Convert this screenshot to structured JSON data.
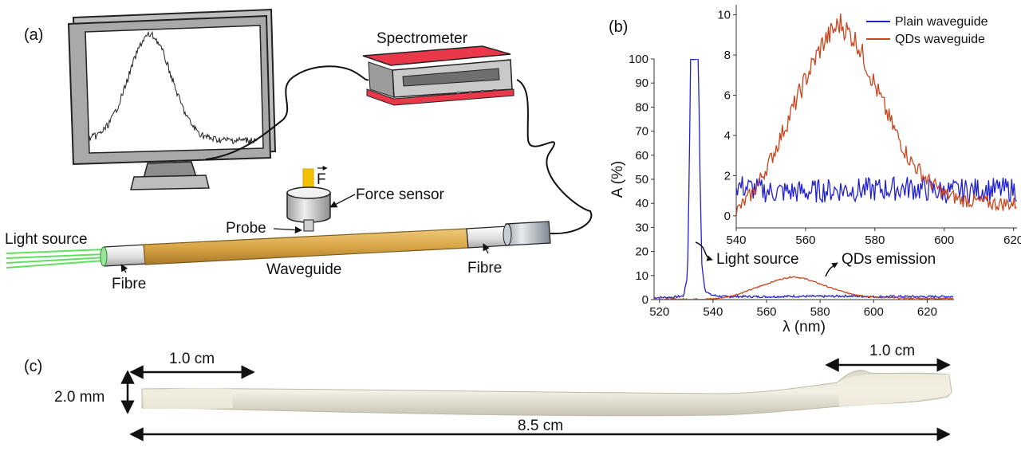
{
  "panels": {
    "a": "(a)",
    "b": "(b)",
    "c": "(c)"
  },
  "setup": {
    "spectrometer": "Spectrometer",
    "force_symbol": "F",
    "force_sensor": "Force sensor",
    "probe": "Probe",
    "light_source": "Light source",
    "fibre_left": "Fibre",
    "waveguide": "Waveguide",
    "fibre_right": "Fibre"
  },
  "colors": {
    "plain": "#1f1fd6",
    "qds": "#c8461e",
    "waveguide": "#d9a647",
    "spectrometer_top": "#e8384a",
    "laser": "#5fe05f",
    "force_arrow": "#f2c200"
  },
  "chart_data": [
    {
      "type": "line",
      "role": "main",
      "xlabel": "λ (nm)",
      "ylabel": "A (%)",
      "xlim": [
        518,
        630
      ],
      "ylim": [
        0,
        100
      ],
      "xticks": [
        520,
        540,
        560,
        580,
        600,
        620
      ],
      "yticks": [
        0,
        10,
        20,
        30,
        40,
        50,
        60,
        70,
        80,
        90,
        100
      ],
      "annotations": [
        "Light source",
        "QDs emission"
      ],
      "series": [
        {
          "name": "Plain waveguide",
          "color": "#1f1fd6",
          "x": [
            518,
            525,
            529,
            530.5,
            531.2,
            531.6,
            534.6,
            535,
            535.8,
            537,
            539,
            542,
            545,
            550,
            560,
            570,
            580,
            590,
            600,
            610,
            620,
            630
          ],
          "y": [
            0.8,
            1.0,
            1.5,
            10,
            60,
            100,
            100,
            60,
            15,
            4,
            2,
            1.5,
            1.2,
            1.3,
            1.2,
            1.4,
            1.3,
            1.5,
            1.2,
            1.3,
            1.2,
            1.3
          ]
        },
        {
          "name": "QDs waveguide",
          "color": "#c8461e",
          "x": [
            518,
            530,
            540,
            545,
            550,
            555,
            560,
            565,
            570,
            575,
            580,
            585,
            590,
            595,
            600,
            610,
            620,
            630
          ],
          "y": [
            0.2,
            0.2,
            0.3,
            1.0,
            2.5,
            4.5,
            6.5,
            8.4,
            9.6,
            8.5,
            6.5,
            4.5,
            2.8,
            1.8,
            1.0,
            0.6,
            0.5,
            0.5
          ]
        }
      ]
    },
    {
      "type": "line",
      "role": "inset",
      "xlim": [
        540,
        621
      ],
      "ylim": [
        -0.6,
        10.5
      ],
      "xticks": [
        540,
        560,
        580,
        600,
        620
      ],
      "yticks": [
        0,
        2,
        4,
        6,
        8,
        10
      ],
      "legend": "top-right",
      "series": [
        {
          "name": "Plain waveguide",
          "color": "#1f1fd6",
          "x": [
            540,
            550,
            560,
            570,
            580,
            590,
            600,
            610,
            621
          ],
          "y": [
            1.5,
            1.2,
            1.2,
            1.3,
            1.3,
            1.4,
            1.2,
            1.3,
            1.3
          ]
        },
        {
          "name": "QDs waveguide",
          "color": "#c8461e",
          "x": [
            540,
            545,
            550,
            555,
            560,
            565,
            570,
            575,
            580,
            585,
            590,
            595,
            600,
            605,
            610,
            615,
            621
          ],
          "y": [
            0.2,
            1.2,
            2.8,
            4.8,
            6.8,
            8.6,
            9.6,
            8.6,
            6.5,
            4.5,
            2.8,
            1.8,
            1.1,
            0.8,
            0.7,
            0.6,
            0.6
          ]
        }
      ]
    }
  ],
  "dimensions": {
    "left_length": "1.0 cm",
    "right_length": "1.0 cm",
    "diameter": "2.0 mm",
    "total_length": "8.5 cm"
  }
}
